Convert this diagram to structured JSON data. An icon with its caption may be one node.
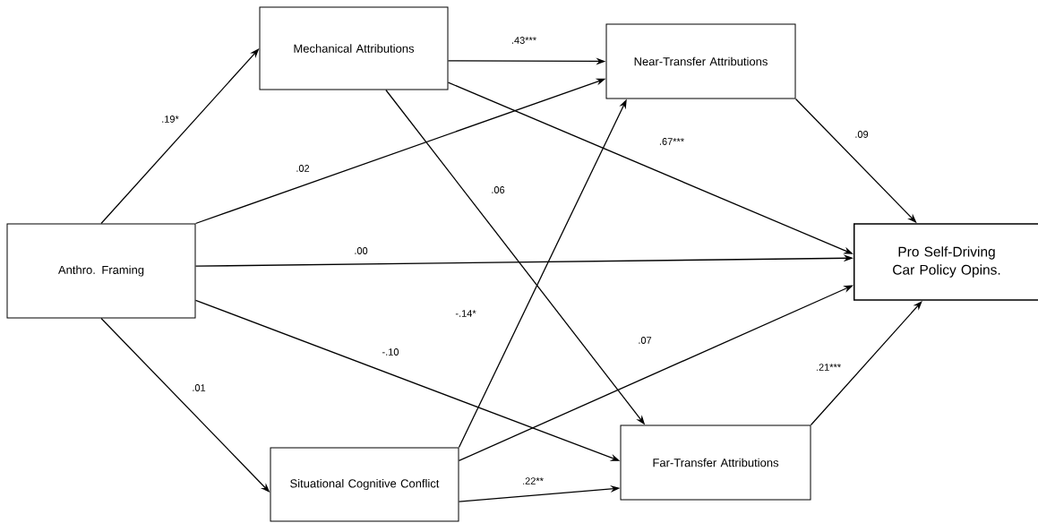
{
  "diagram": {
    "nodes": [
      {
        "text": [
          "Anthro. Framing"
        ]
      },
      {
        "text": [
          "Mechanical Attributions"
        ]
      },
      {
        "text": [
          "Near-Transfer Attributions"
        ]
      },
      {
        "text": [
          "Pro Self-Driving Car Policy Opins."
        ]
      },
      {
        "text": [
          "Situational Cognitive Conflict"
        ]
      },
      {
        "text": [
          "Far-Transfer Attributions"
        ]
      }
    ],
    "edges": [
      {
        "from": 0,
        "to": 1,
        "arrow": "to",
        "label": ".19*"
      },
      {
        "from": 0,
        "to": 2,
        "arrow": "to",
        "label": ".02"
      },
      {
        "from": 0,
        "to": 3,
        "arrow": "to",
        "label": ".00"
      },
      {
        "from": 0,
        "to": 5,
        "arrow": "to",
        "label": "-.10"
      },
      {
        "from": 0,
        "to": 4,
        "arrow": "to",
        "label": ".01"
      },
      {
        "from": 1,
        "to": 2,
        "arrow": "to",
        "label": ".43***"
      },
      {
        "from": 1,
        "to": 3,
        "arrow": "to",
        "label": ".67***"
      },
      {
        "from": 1,
        "to": 5,
        "arrow": "to",
        "label": ".06"
      },
      {
        "from": 4,
        "to": 2,
        "arrow": "to",
        "label": "-.14*"
      },
      {
        "from": 4,
        "to": 3,
        "arrow": "to",
        "label": ".07"
      },
      {
        "from": 4,
        "to": 5,
        "arrow": "to",
        "label": ".22**"
      },
      {
        "from": 2,
        "to": 3,
        "arrow": "to",
        "label": ".09"
      },
      {
        "from": 5,
        "to": 3,
        "arrow": "to",
        "label": ".21***"
      }
    ]
  }
}
